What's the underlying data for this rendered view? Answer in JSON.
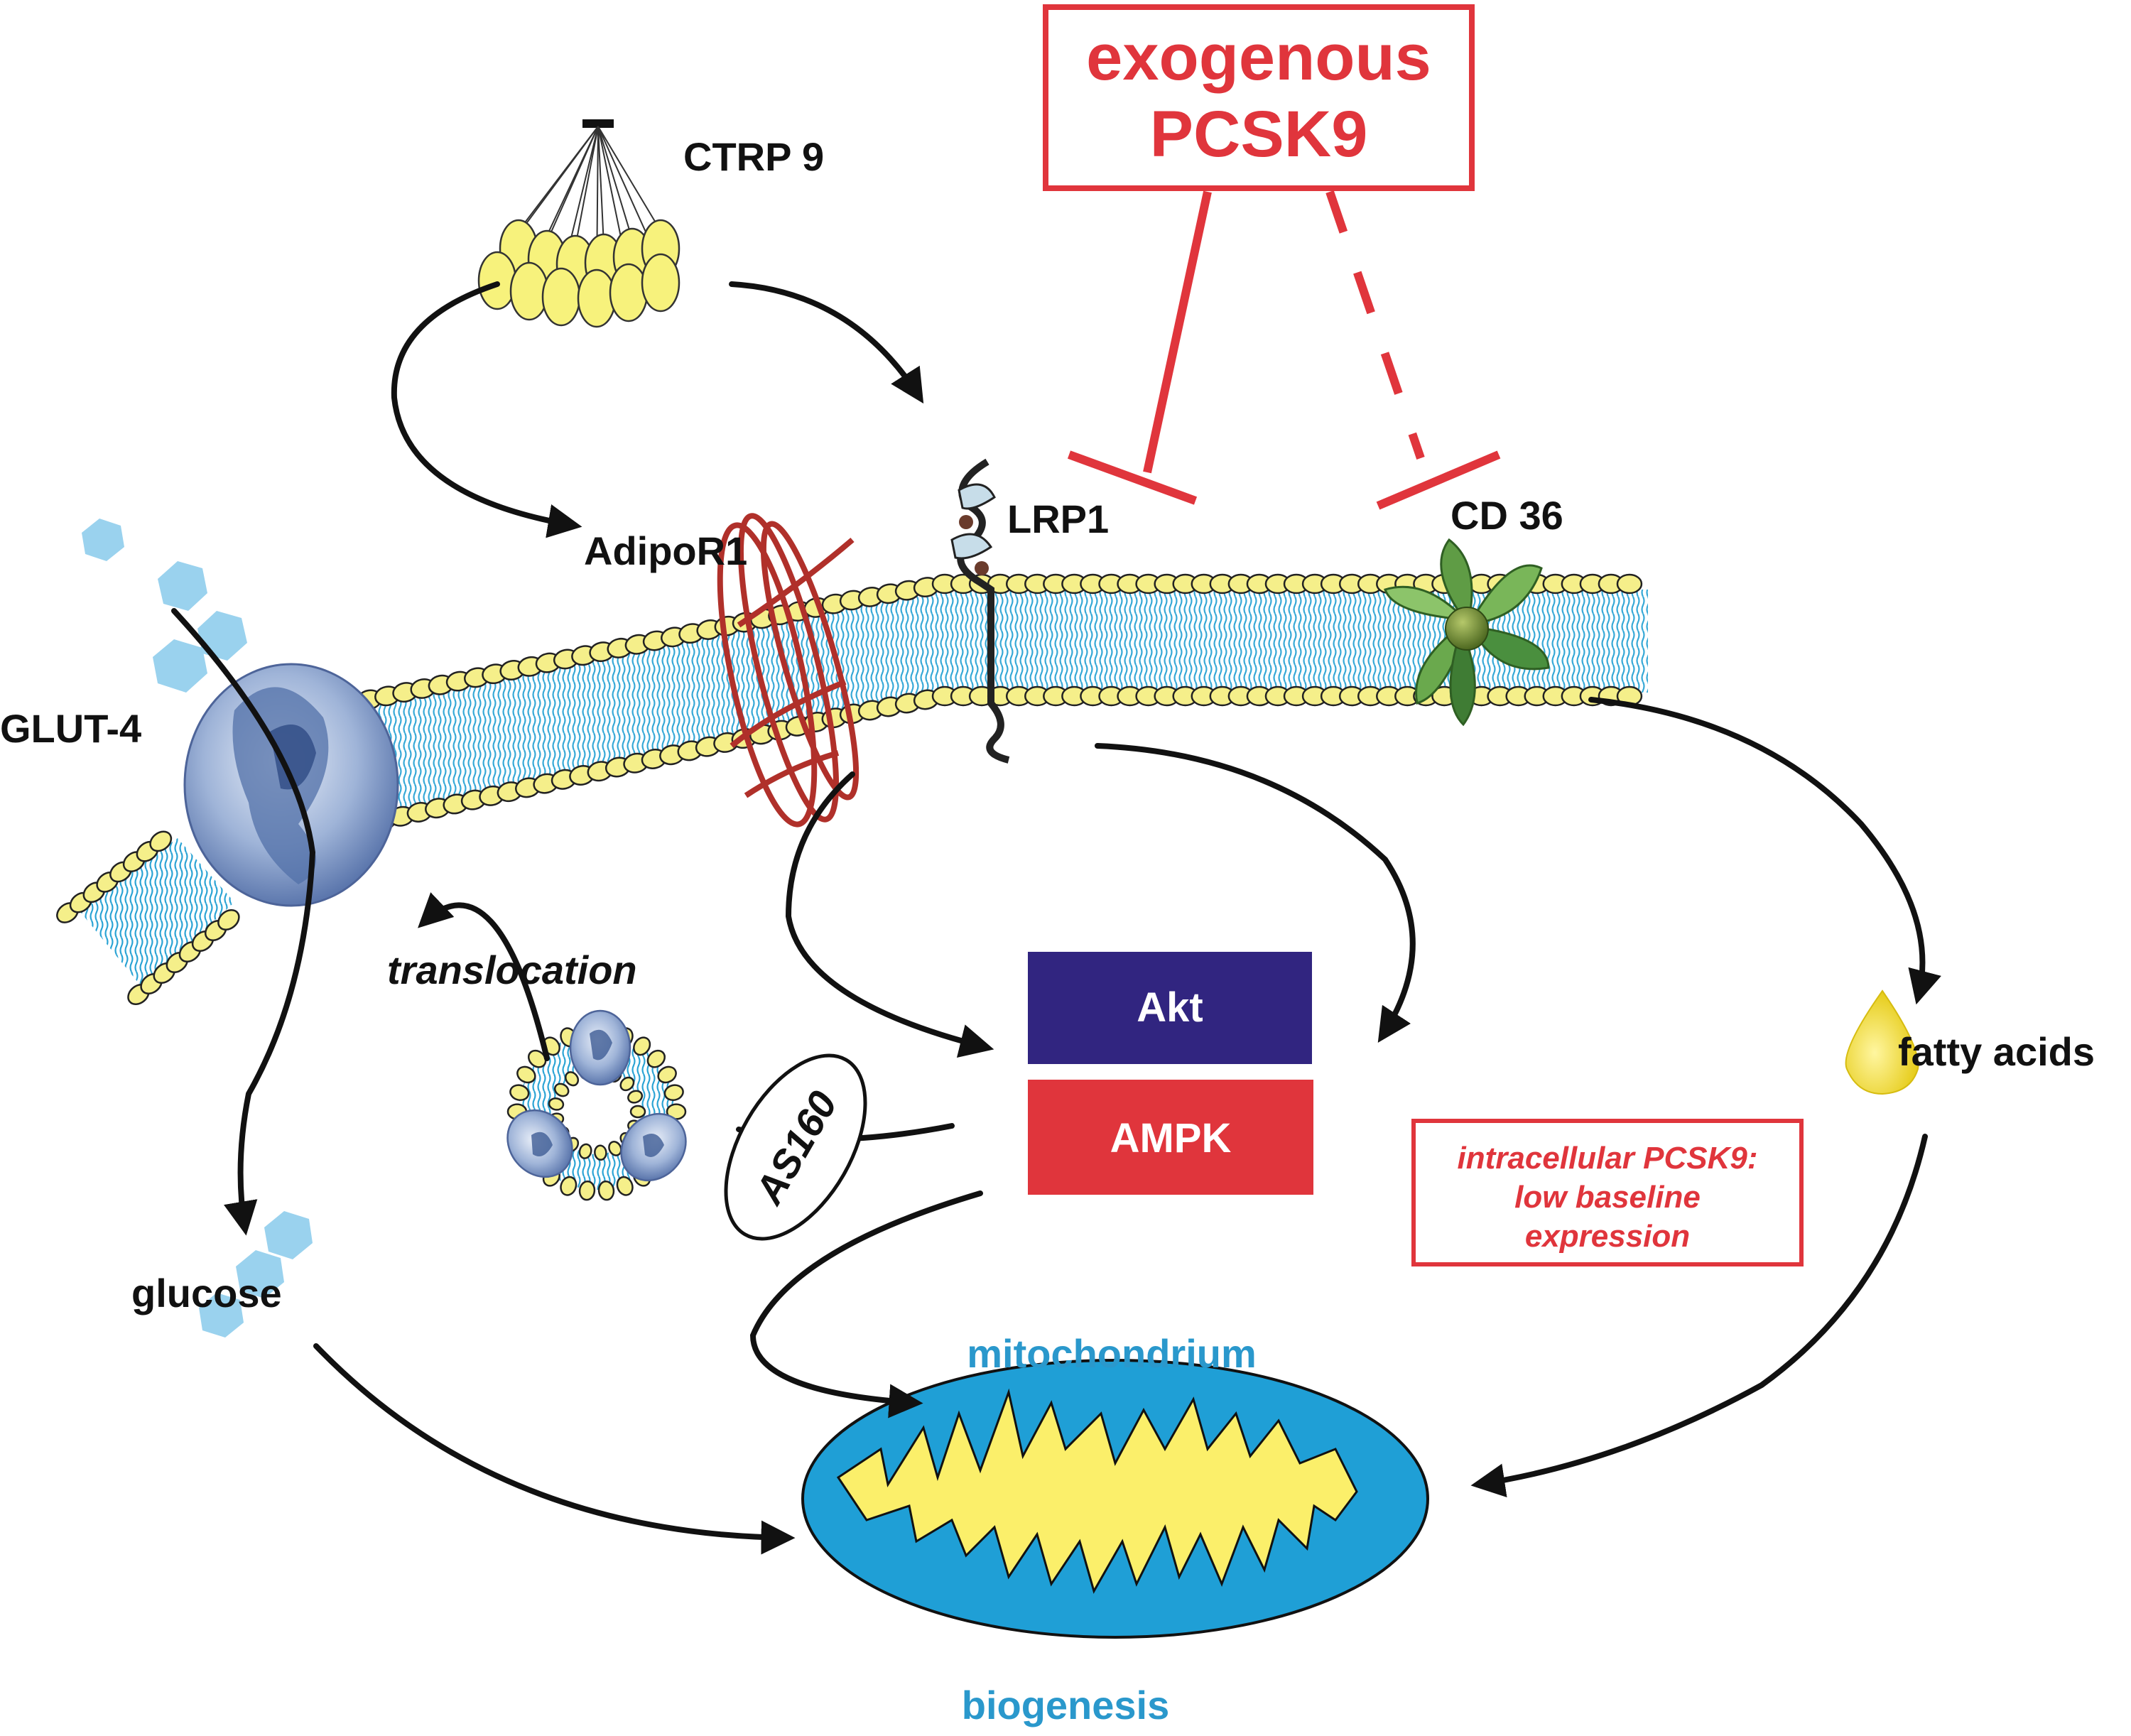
{
  "labels": {
    "exogenous": [
      "exogenous",
      "PCSK9"
    ],
    "ctrp9": "CTRP 9",
    "adipor1": "AdipoR1",
    "lrp1": "LRP1",
    "cd36": "CD 36",
    "glut4": "GLUT-4",
    "translocation": "translocation",
    "as160": "AS160",
    "akt": "Akt",
    "ampk": "AMPK",
    "fatty_acids": "fatty acids",
    "glucose": "glucose",
    "mitochondrium": "mitochondrium",
    "biogenesis": "biogenesis",
    "intracellular": [
      "intracellular PCSK9:",
      "low baseline",
      "expression"
    ]
  },
  "colors": {
    "red": "#e0353c",
    "akt": "#312580",
    "ampk": "#e0353c",
    "membrane_head": "#f5ef8a",
    "membrane_tail": "#2aa3d4",
    "glucose": "#9ad2ee",
    "mito_label": "#2a98cc",
    "mito_outer": "#1f9fd6",
    "mito_inner": "#fbef6a",
    "adipor1": "#b0302a",
    "cd36": "#4a8f3e"
  }
}
